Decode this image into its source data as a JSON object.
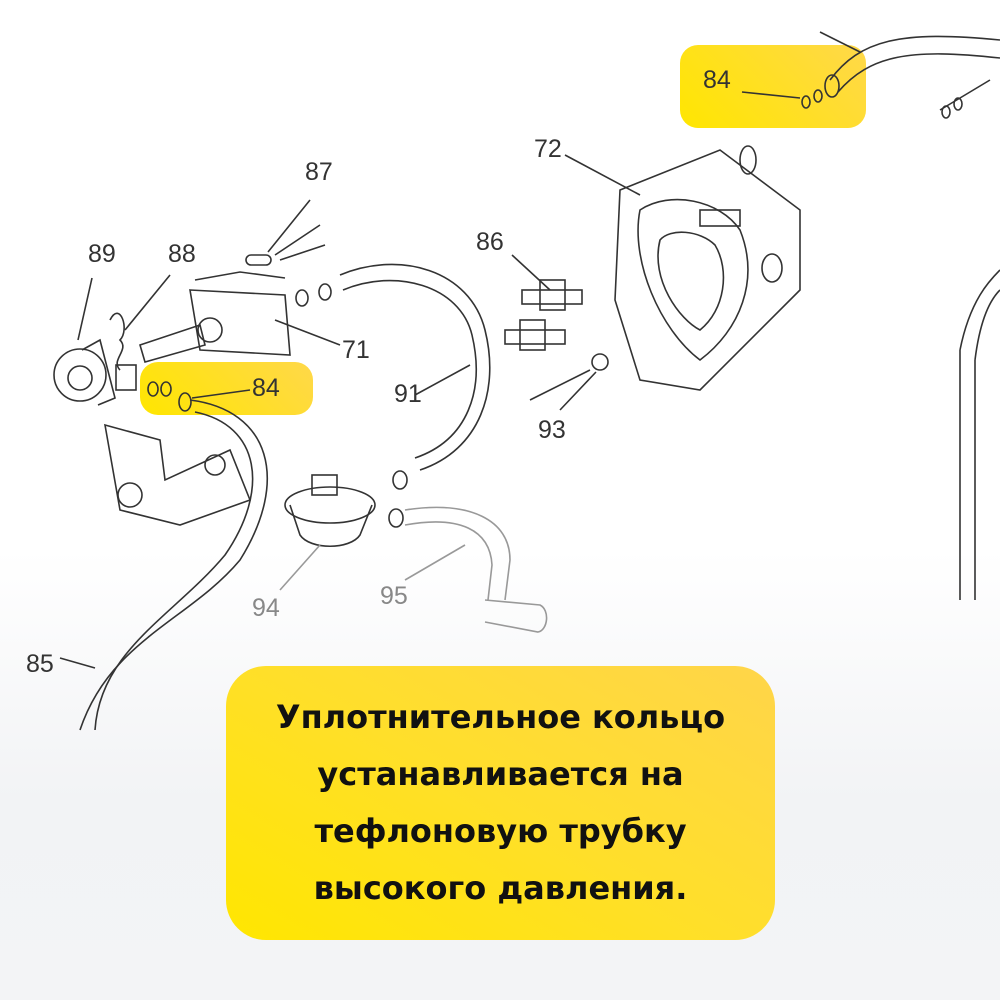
{
  "diagram": {
    "labels": {
      "p87": "87",
      "p89": "89",
      "p88": "88",
      "p71": "71",
      "p84_left": "84",
      "p84_top": "84",
      "p72": "72",
      "p86": "86",
      "p91": "91",
      "p93": "93",
      "p94": "94",
      "p95": "95",
      "p85": "85"
    },
    "highlight_color": "#FFE600"
  },
  "caption": {
    "lines": [
      "Уплотнительное кольцо",
      "устанавливается на",
      "тефлоновую трубку",
      "высокого давления."
    ],
    "background": "#FFE600"
  }
}
